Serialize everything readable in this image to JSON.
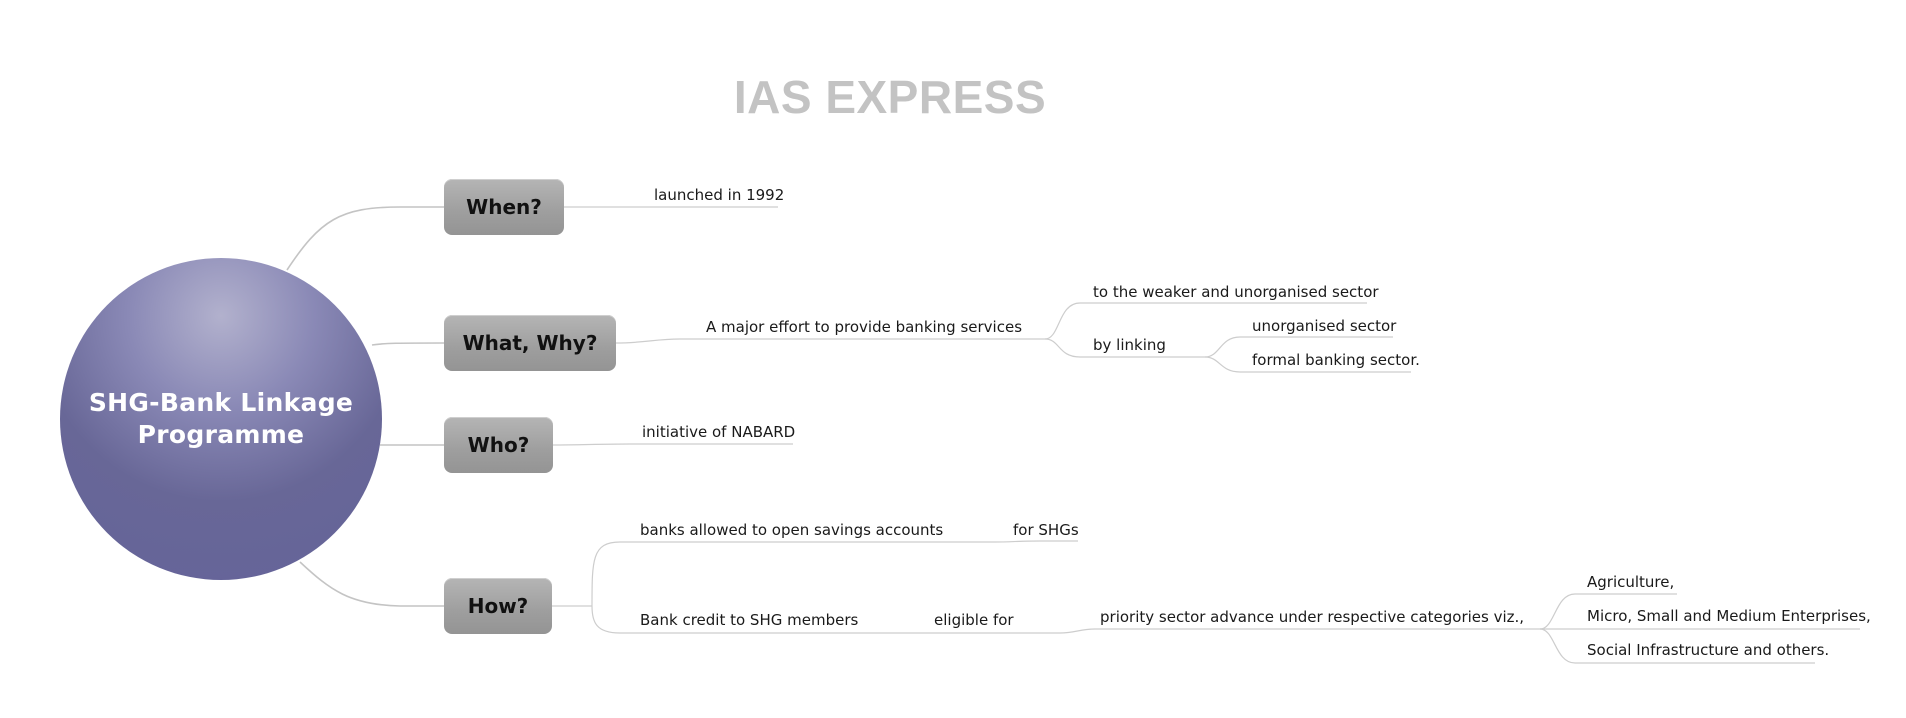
{
  "title": "IAS EXPRESS",
  "center": {
    "line1": "SHG-Bank Linkage",
    "line2": "Programme"
  },
  "questions": {
    "when": "When?",
    "what_why": "What, Why?",
    "who": "Who?",
    "how": "How?"
  },
  "labels": {
    "launched": "launched in 1992",
    "major_effort": "A major effort to provide banking services",
    "weaker_sector": "to the weaker and unorganised sector",
    "by_linking": "by linking",
    "unorganised_sector": "unorganised sector",
    "formal_banking": "formal banking sector.",
    "nabard": "initiative of NABARD",
    "savings_accounts": "banks allowed to open savings accounts",
    "for_shgs": "for SHGs",
    "bank_credit": "Bank credit to SHG members",
    "eligible_for": "eligible for",
    "priority_sector": "priority sector advance under respective categories viz.,",
    "agriculture": "Agriculture,",
    "msme": "Micro, Small and Medium Enterprises,",
    "social_infra": "Social Infrastructure and others."
  },
  "colors": {
    "connector": "#c4c4c4",
    "center_node": "#64639a",
    "question_node": "#a3a3a3",
    "title": "#c3c3c3"
  }
}
